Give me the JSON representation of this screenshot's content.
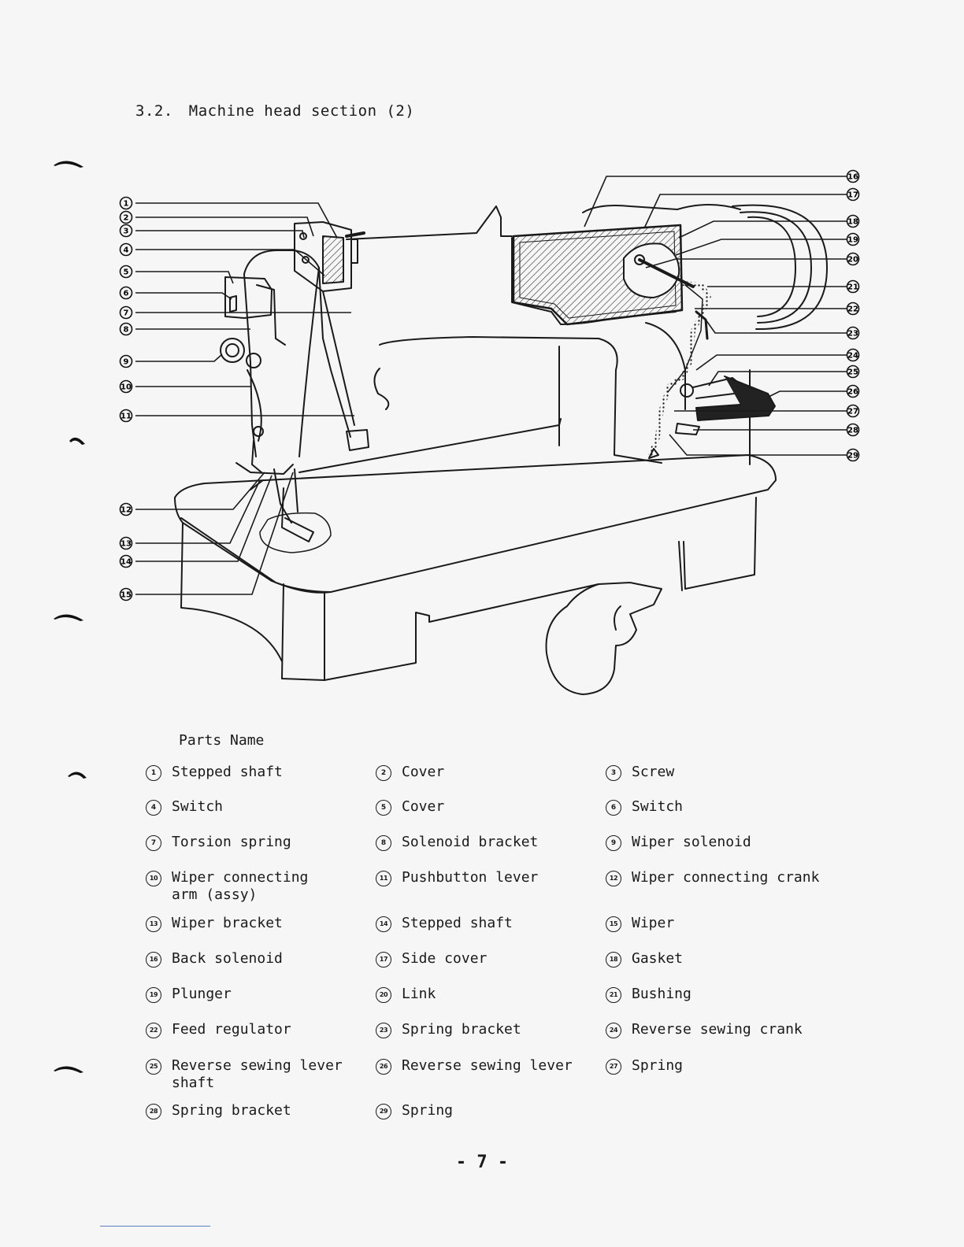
{
  "section": {
    "number": "3.2.",
    "title": "Machine head section (2)"
  },
  "diagram": {
    "left_callouts": [
      "1",
      "2",
      "3",
      "4",
      "5",
      "6",
      "7",
      "8",
      "9",
      "10",
      "11",
      "12",
      "13",
      "14",
      "15"
    ],
    "right_callouts": [
      "16",
      "17",
      "18",
      "19",
      "20",
      "21",
      "22",
      "23",
      "24",
      "25",
      "26",
      "27",
      "28",
      "29"
    ]
  },
  "parts": {
    "title": "Parts Name",
    "rows": [
      [
        {
          "num": "1",
          "name": "Stepped shaft"
        },
        {
          "num": "2",
          "name": "Cover"
        },
        {
          "num": "3",
          "name": "Screw"
        }
      ],
      [
        {
          "num": "4",
          "name": "Switch"
        },
        {
          "num": "5",
          "name": "Cover"
        },
        {
          "num": "6",
          "name": "Switch"
        }
      ],
      [
        {
          "num": "7",
          "name": "Torsion spring"
        },
        {
          "num": "8",
          "name": "Solenoid bracket"
        },
        {
          "num": "9",
          "name": "Wiper solenoid"
        }
      ],
      [
        {
          "num": "10",
          "name": "Wiper connecting\narm (assy)"
        },
        {
          "num": "11",
          "name": "Pushbutton lever"
        },
        {
          "num": "12",
          "name": "Wiper connecting crank"
        }
      ],
      [
        {
          "num": "13",
          "name": "Wiper bracket"
        },
        {
          "num": "14",
          "name": "Stepped shaft"
        },
        {
          "num": "15",
          "name": "Wiper"
        }
      ],
      [
        {
          "num": "16",
          "name": "Back solenoid"
        },
        {
          "num": "17",
          "name": "Side cover"
        },
        {
          "num": "18",
          "name": "Gasket"
        }
      ],
      [
        {
          "num": "19",
          "name": "Plunger"
        },
        {
          "num": "20",
          "name": "Link"
        },
        {
          "num": "21",
          "name": "Bushing"
        }
      ],
      [
        {
          "num": "22",
          "name": "Feed regulator"
        },
        {
          "num": "23",
          "name": "Spring bracket"
        },
        {
          "num": "24",
          "name": "Reverse sewing crank"
        }
      ],
      [
        {
          "num": "25",
          "name": "Reverse sewing lever\nshaft"
        },
        {
          "num": "26",
          "name": "Reverse sewing lever"
        },
        {
          "num": "27",
          "name": "Spring"
        }
      ],
      [
        {
          "num": "28",
          "name": "Spring bracket"
        },
        {
          "num": "29",
          "name": "Spring"
        }
      ]
    ]
  },
  "page_number": "- 7 -"
}
